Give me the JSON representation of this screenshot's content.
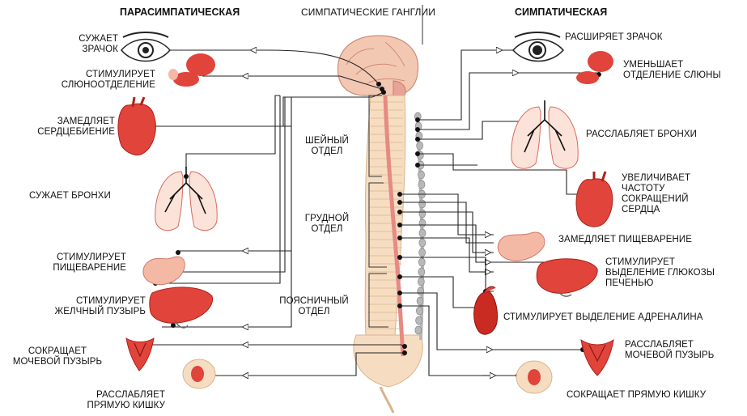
{
  "headers": {
    "parasympathetic": "ПАРАСИМПАТИЧЕСКАЯ",
    "ganglia": "СИМПАТИЧЕСКИЕ ГАНГЛИИ",
    "sympathetic": "СИМПАТИЧЕСКАЯ"
  },
  "sections": {
    "cervical_l1": "ШЕЙНЫЙ",
    "cervical_l2": "ОТДЕЛ",
    "thoracic_l1": "ГРУДНОЙ",
    "thoracic_l2": "ОТДЕЛ",
    "lumbar_l1": "ПОЯСНИЧНЫЙ",
    "lumbar_l2": "ОТДЕЛ"
  },
  "left_effects": {
    "pupil_l1": "СУЖАЕТ",
    "pupil_l2": "ЗРАЧОК",
    "saliva_l1": "СТИМУЛИРУЕТ",
    "saliva_l2": "СЛЮНООТДЕЛЕНИЕ",
    "heart_l1": "ЗАМЕДЛЯЕТ",
    "heart_l2": "СЕРДЦЕБИЕНИЕ",
    "bronchi": "СУЖАЕТ БРОНХИ",
    "digest_l1": "СТИМУЛИРУЕТ",
    "digest_l2": "ПИЩЕВАРЕНИЕ",
    "gall_l1": "СТИМУЛИРУЕТ",
    "gall_l2": "ЖЕЛЧНЫЙ ПУЗЫРЬ",
    "bladder_l1": "СОКРАЩАЕТ",
    "bladder_l2": "МОЧЕВОЙ ПУЗЫРЬ",
    "rectum_l1": "РАССЛАБЛЯЕТ",
    "rectum_l2": "ПРЯМУЮ КИШКУ"
  },
  "right_effects": {
    "pupil": "РАСШИРЯЕТ ЗРАЧОК",
    "saliva_l1": "УМЕНЬШАЕТ",
    "saliva_l2": "ОТДЕЛЕНИЕ СЛЮНЫ",
    "bronchi": "РАССЛАБЛЯЕТ БРОНХИ",
    "heart_l1": "УВЕЛИЧИВАЕТ",
    "heart_l2": "ЧАСТОТУ",
    "heart_l3": "СОКРАЩЕНИЙ",
    "heart_l4": "СЕРДЦА",
    "digest": "ЗАМЕДЛЯЕТ ПИЩЕВАРЕНИЕ",
    "liver_l1": "СТИМУЛИРУЕТ",
    "liver_l2": "ВЫДЕЛЕНИЕ ГЛЮКОЗЫ",
    "liver_l3": "ПЕЧЕНЬЮ",
    "adrenaline": "СТИМУЛИРУЕТ ВЫДЕЛЕНИЕ АДРЕНАЛИНА",
    "bladder_l1": "РАССЛАБЛЯЕТ",
    "bladder_l2": "МОЧЕВОЙ ПУЗЫРЬ",
    "rectum": "СОКРАЩАЕТ ПРЯМУЮ КИШКУ"
  },
  "colors": {
    "organ": "#e0443a",
    "organ_light": "#f4b9a4",
    "spine": "#f6ddc2",
    "spine_outline": "#d9b38c",
    "cord": "#e68a84",
    "ganglia": "#b8b8b8",
    "line": "#222222"
  }
}
